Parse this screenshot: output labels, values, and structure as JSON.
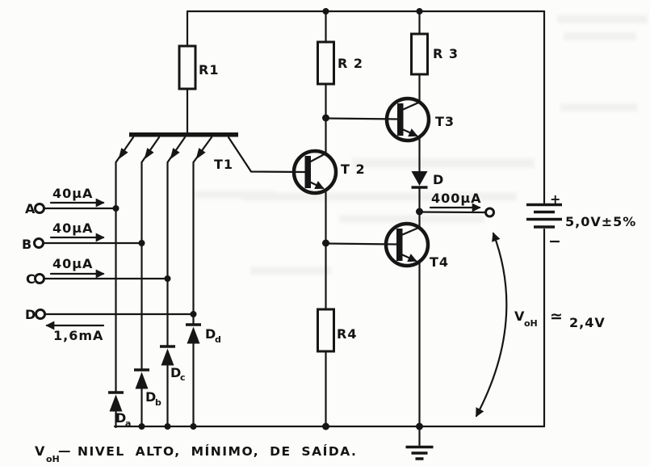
{
  "resistors": {
    "r1": "R1",
    "r2": "R 2",
    "r3": "R 3",
    "r4": "R4"
  },
  "transistors": {
    "t1": "T1",
    "t2": "T 2",
    "t3": "T3",
    "t4": "T4"
  },
  "diodes": {
    "d": "D",
    "da": {
      "main": "D",
      "sub": "a"
    },
    "db": {
      "main": "D",
      "sub": "b"
    },
    "dc": {
      "main": "D",
      "sub": "c"
    },
    "dd": {
      "main": "D",
      "sub": "d"
    }
  },
  "inputs": [
    {
      "label": "A",
      "current": "40µA"
    },
    {
      "label": "B",
      "current": "40µA"
    },
    {
      "label": "C",
      "current": "40µA"
    },
    {
      "label": "D",
      "current": "1,6mA"
    }
  ],
  "output": {
    "current": "400µA",
    "voh_symbol": "V",
    "voh_sub": "oH",
    "approx": "≃",
    "value": "2,4V"
  },
  "battery": {
    "plus": "+",
    "minus": "−",
    "label": "5,0V±5%"
  },
  "caption": {
    "symbol": "V",
    "sub": "oH",
    "dash": "—",
    "text": "NIVEL ALTO, MÍNIMO, DE SAÍDA."
  }
}
